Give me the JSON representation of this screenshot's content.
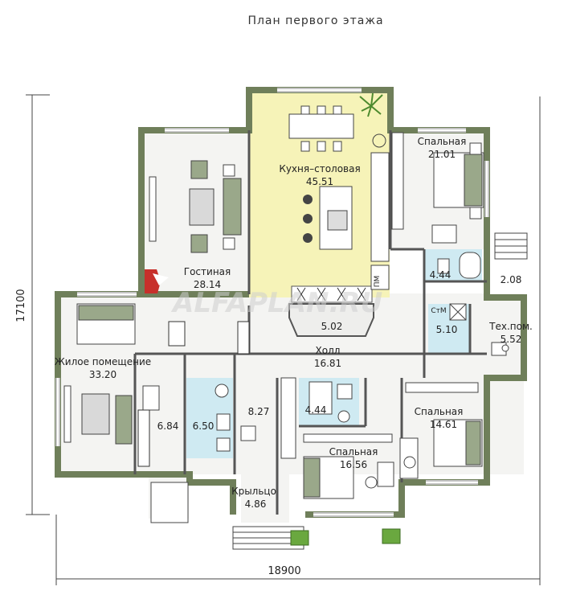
{
  "title": "План первого этажа",
  "dimensions": {
    "width": "18900",
    "height": "17100"
  },
  "watermark": "ALFAPLAN.RU",
  "colors": {
    "wall": "#6f7f5a",
    "kitchen": "#f6f3b8",
    "bath": "#cfeaf2",
    "floor": "#f4f4f2",
    "outline": "#333333"
  },
  "rooms": {
    "living": {
      "name": "Гостиная",
      "area": "28.14"
    },
    "kitchen": {
      "name": "Кухня–столовая",
      "area": "45.51"
    },
    "bedroom_ne": {
      "name": "Спальная",
      "area": "21.01"
    },
    "bath_ne": {
      "area": "4.44"
    },
    "porch_e": {
      "area": "2.08"
    },
    "living_room_w": {
      "name": "Жилое помещение",
      "area": "33.20"
    },
    "hall": {
      "name": "Холл",
      "area": "16.81"
    },
    "bay": {
      "area": "5.02"
    },
    "laundry": {
      "area": "5.10",
      "tag": "СтМ"
    },
    "tech": {
      "name": "Тех.пом.",
      "area": "5.52"
    },
    "storage": {
      "area": "6.84"
    },
    "bath_w": {
      "area": "6.50"
    },
    "corridor": {
      "area": "8.27"
    },
    "bath_s": {
      "area": "4.44"
    },
    "bedroom_s": {
      "name": "Спальная",
      "area": "16.56"
    },
    "bedroom_se": {
      "name": "Спальная",
      "area": "14.61"
    },
    "entrance": {
      "name": "Крыльцо",
      "area": "4.86"
    }
  },
  "fixtures": {
    "dishwasher_tag": "ПМ"
  }
}
